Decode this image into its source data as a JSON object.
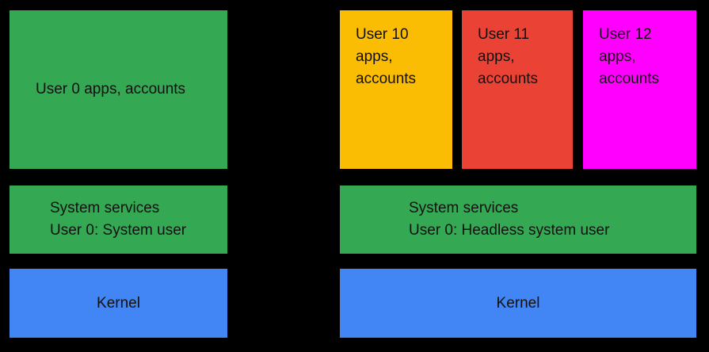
{
  "canvas": {
    "background": "#000000"
  },
  "left_stack": {
    "apps_box": {
      "label": "User 0 apps, accounts",
      "color": "#34A853"
    },
    "services_box": {
      "line1": "System services",
      "line2": "User 0: System user",
      "color": "#34A853"
    },
    "kernel_box": {
      "label": "Kernel",
      "color": "#4285F4"
    }
  },
  "right_stack": {
    "user_boxes": [
      {
        "label": "User 10 apps, accounts",
        "color": "#FBBC04"
      },
      {
        "label": "User 11 apps, accounts",
        "color": "#EA4335"
      },
      {
        "label": "User 12 apps, accounts",
        "color": "#FF00FF"
      }
    ],
    "services_box": {
      "line1": "System services",
      "line2": "User 0: Headless system user",
      "color": "#34A853"
    },
    "kernel_box": {
      "label": "Kernel",
      "color": "#4285F4"
    }
  }
}
